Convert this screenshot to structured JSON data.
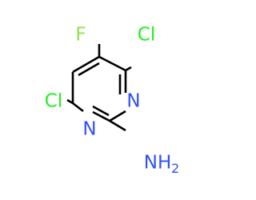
{
  "molecule": {
    "atoms": {
      "fluorine": {
        "label": "F",
        "color": "#90e050"
      },
      "chlorine_right": {
        "label": "Cl",
        "color": "#1ff01f"
      },
      "chlorine_left": {
        "label": "Cl",
        "color": "#1ff01f"
      },
      "nitrogen_ring_right": {
        "label": "N",
        "color": "#3050f8"
      },
      "nitrogen_ring_left": {
        "label": "N",
        "color": "#3050f8"
      },
      "amine": {
        "label": "NH",
        "subscript": "2",
        "color": "#3050f8"
      }
    },
    "bond_color": "#000000"
  }
}
